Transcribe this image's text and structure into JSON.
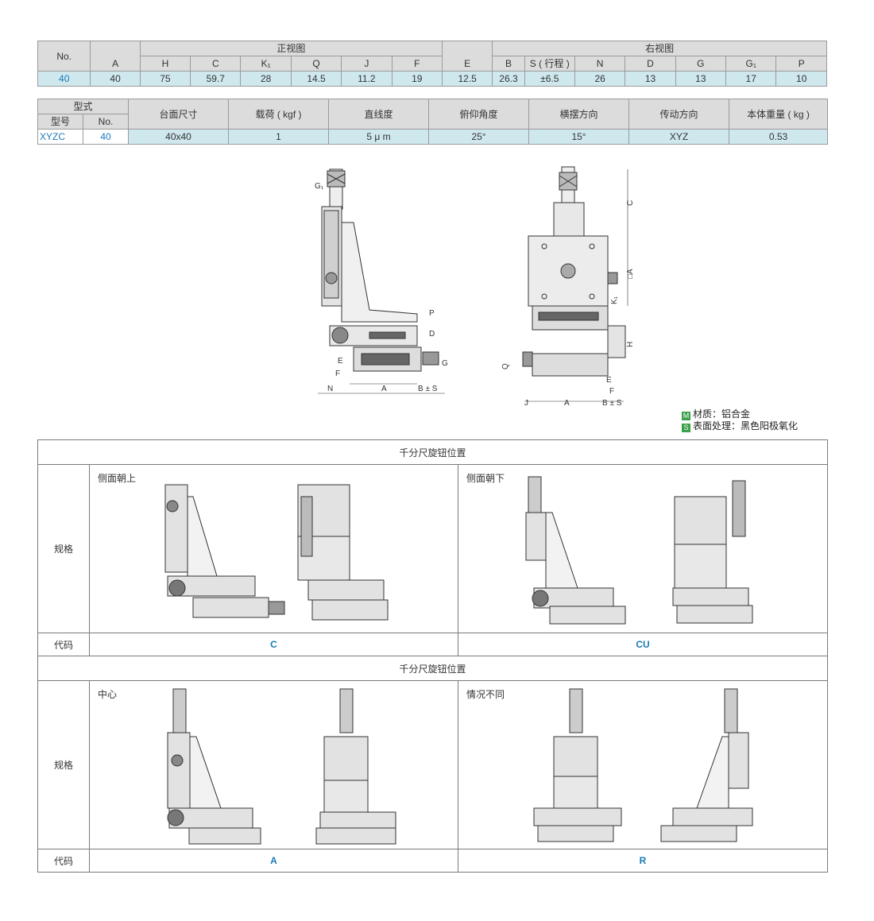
{
  "dim_table": {
    "no_label": "No.",
    "front_view": "正视图",
    "e_header": "E",
    "right_view": "右视图",
    "headers": [
      "A",
      "H",
      "C",
      "K₁",
      "Q",
      "J",
      "F",
      "E",
      "B",
      "S ( 行程 )",
      "N",
      "D",
      "G",
      "G₁",
      "P"
    ],
    "values": [
      "40",
      "40",
      "75",
      "59.7",
      "28",
      "14.5",
      "11.2",
      "19",
      "12.5",
      "26.3",
      "±6.5",
      "26",
      "13",
      "13",
      "17",
      "10"
    ]
  },
  "spec_table": {
    "type_label": "型式",
    "model_label": "型号",
    "no_label": "No.",
    "headers": [
      "台面尺寸",
      "载荷 ( kgf )",
      "直线度",
      "俯仰角度",
      "横摆方向",
      "传动方向",
      "本体重量 ( kg )"
    ],
    "model": "XYZC",
    "no": "40",
    "values": [
      "40x40",
      "1",
      "5 μ m",
      "25°",
      "15°",
      "XYZ",
      "0.53"
    ]
  },
  "drawing_labels": {
    "g1": "G₁",
    "p": "P",
    "d": "D",
    "g": "G",
    "e": "E",
    "f": "F",
    "n": "N",
    "a": "A",
    "bs": "B ± S",
    "c": "C",
    "box_a": "□A",
    "k1": "K₁",
    "h": "H",
    "q": "Q",
    "j": "J"
  },
  "material": {
    "m_badge": "M",
    "m_text": "材质：铝合金",
    "s_badge": "S",
    "s_text": "表面处理：黑色阳极氧化"
  },
  "knob_sections": [
    {
      "title": "千分尺旋钮位置",
      "spec_label": "规格",
      "code_label": "代码",
      "left": {
        "label": "侧面朝上",
        "code": "C"
      },
      "right": {
        "label": "侧面朝下",
        "code": "CU"
      }
    },
    {
      "title": "千分尺旋钮位置",
      "spec_label": "规格",
      "code_label": "代码",
      "left": {
        "label": "中心",
        "code": "A"
      },
      "right": {
        "label": "情况不同",
        "code": "R"
      }
    }
  ],
  "colors": {
    "header_bg": "#dcdcdc",
    "value_bg": "#cfe8ee",
    "accent_blue": "#1a7ab8",
    "badge_green": "#3aa04a"
  }
}
